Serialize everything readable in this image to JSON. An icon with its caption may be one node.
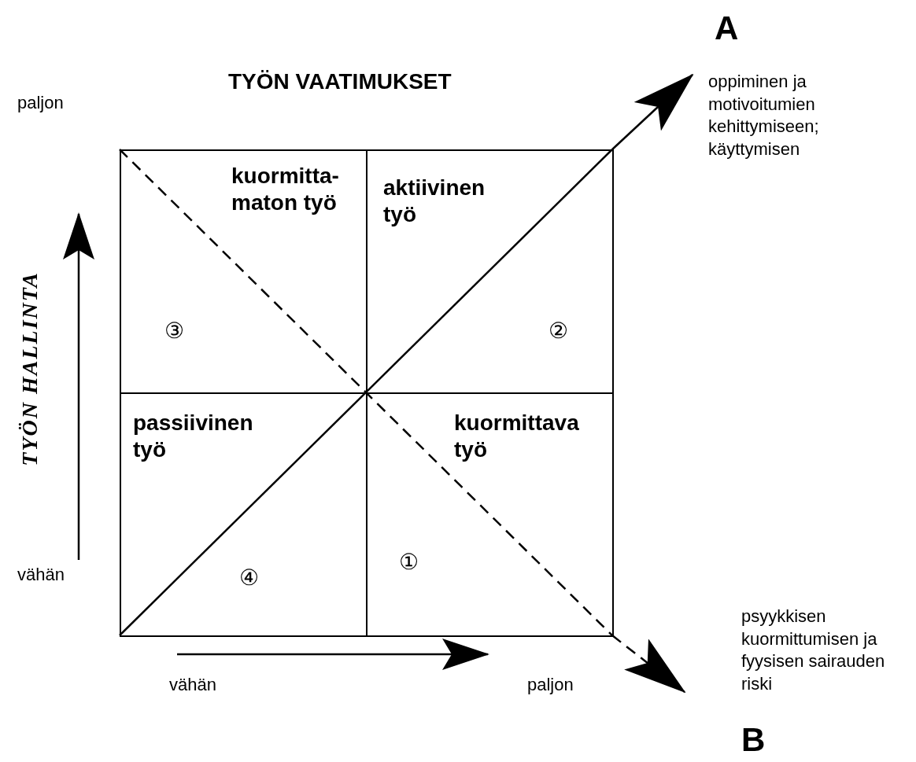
{
  "diagram": {
    "nodes": [
      {
        "text": [
          "kuormitta- maton työ",
          "③"
        ]
      },
      {
        "text": [
          "aktiivinen työ",
          "②"
        ]
      },
      {
        "text": [
          "passiivinen työ",
          "④"
        ]
      },
      {
        "text": [
          "kuormittava työ",
          "①"
        ]
      },
      {
        "text": [
          "A",
          "oppiminen ja motivoitumien kehittymiseen; käyttymisen"
        ]
      },
      {
        "text": [
          "psyykkisen kuormittumisen ja fyysisen sairauden riski",
          "B"
        ]
      }
    ],
    "edges": [
      {
        "from": 2,
        "to": 1,
        "arrow": "none"
      },
      {
        "from": 0,
        "to": 3,
        "arrow": "none",
        "style": "dashed"
      },
      {
        "from": 1,
        "to": 4,
        "arrow": "to"
      },
      {
        "from": 3,
        "to": 5,
        "arrow": "to",
        "style": "dashed"
      }
    ],
    "labels": [
      "TYÖN VAATIMUKSET",
      "paljon",
      "TYÖN HALLINTA",
      "vähän",
      "vähän",
      "paljon"
    ]
  }
}
